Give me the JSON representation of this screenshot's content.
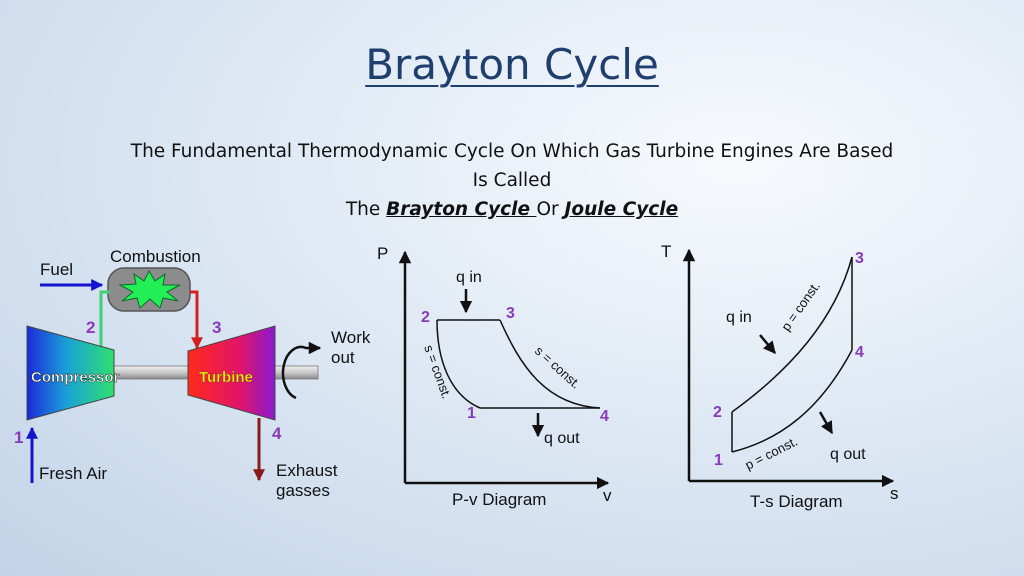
{
  "slide": {
    "title": "Brayton Cycle",
    "subtitle_line1": "The Fundamental Thermodynamic Cycle On Which Gas Turbine Engines Are Based",
    "subtitle_line2": "Is Called",
    "subtitle_line3_prefix": "The ",
    "brayton": "Brayton Cycle ",
    "or": " Or ",
    "joule": "Joule Cycle"
  },
  "engine": {
    "fuel": "Fuel",
    "combustion": "Combustion",
    "compressor": "Compressor",
    "turbine": "Turbine",
    "work_line1": "Work",
    "work_line2": "out",
    "fresh_air": "Fresh Air",
    "exhaust_line1": "Exhaust",
    "exhaust_line2": "gasses",
    "pt1": "1",
    "pt2": "2",
    "pt3": "3",
    "pt4": "4"
  },
  "pv": {
    "y_axis": "P",
    "x_axis": "v",
    "caption": "P-v Diagram",
    "q_in": "q in",
    "q_out": "q out",
    "s_const_left": "s = const.",
    "s_const_right": "s = const.",
    "pt1": "1",
    "pt2": "2",
    "pt3": "3",
    "pt4": "4"
  },
  "ts": {
    "y_axis": "T",
    "x_axis": "s",
    "caption": "T-s Diagram",
    "q_in": "q in",
    "q_out": "q out",
    "p_const_upper": "p = const.",
    "p_const_lower": "p = const.",
    "pt1": "1",
    "pt2": "2",
    "pt3": "3",
    "pt4": "4"
  },
  "colors": {
    "title": "#1f3f6e",
    "point_label": "#8a3ab9",
    "fuel_arrow": "#1414d0",
    "hot_arrow": "#d32020",
    "exhaust_arrow": "#8b1a1a",
    "flame": "#22ee55",
    "pipe_green": "#44cc77"
  }
}
